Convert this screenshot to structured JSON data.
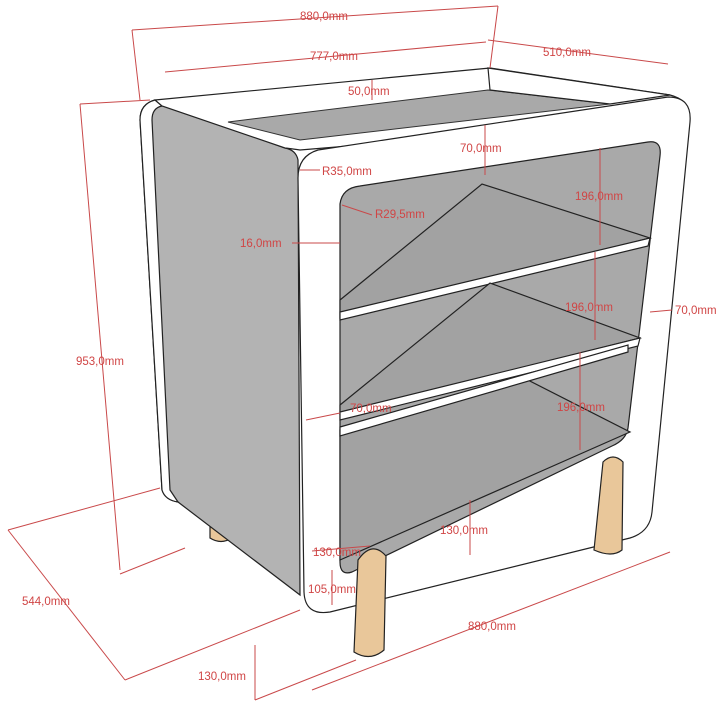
{
  "colors": {
    "dimension": "#c9494a",
    "panel": "#ffffff",
    "interior": "#a9a9a9",
    "side": "#b3b3b3",
    "wood": "#e9c79a"
  },
  "labels": {
    "overall_width_top": "880,0mm",
    "inner_width": "777,0mm",
    "depth_top": "510,0mm",
    "back_rail": "50,0mm",
    "top_thickness": "70,0mm",
    "outer_radius": "R35,0mm",
    "inner_radius": "R29,5mm",
    "shelf_gap_1": "196,0mm",
    "shelf_gap_2": "196,0mm",
    "shelf_gap_3": "196,0mm",
    "panel_thickness": "16,0mm",
    "overall_height": "953,0mm",
    "right_side_width": "70,0mm",
    "left_side_width": "70,0mm",
    "bottom_rail": "130,0mm",
    "leg_inset": "130,0mm",
    "leg_offset": "105,0mm",
    "overall_depth": "544,0mm",
    "overall_width_bottom": "880,0mm",
    "leg_height": "130,0mm"
  }
}
